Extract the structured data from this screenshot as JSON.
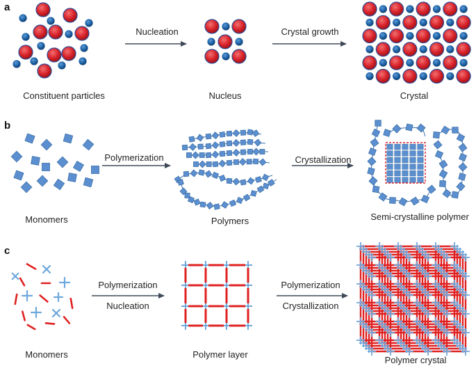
{
  "panels": [
    {
      "id": "a",
      "stages": [
        "Constituent particles",
        "Nucleus",
        "Crystal"
      ],
      "arrows": [
        [
          "Nucleation"
        ],
        [
          "Crystal growth"
        ]
      ]
    },
    {
      "id": "b",
      "stages": [
        "Monomers",
        "Polymers",
        "Semi-crystalline polymer"
      ],
      "arrows": [
        [
          "Polymerization"
        ],
        [
          "Crystallization"
        ]
      ]
    },
    {
      "id": "c",
      "stages": [
        "Monomers",
        "Polymer layer",
        "Polymer crystal"
      ],
      "arrows": [
        [
          "Polymerization",
          "Nucleation"
        ],
        [
          "Polymerization",
          "Crystallization"
        ]
      ]
    }
  ],
  "colors": {
    "large_particle": "#d8222a",
    "small_particle": "#1e63a6",
    "monomer_square": "#5b8fcf",
    "monomer_square_edge": "#3a6ea8",
    "linker_red": "#e02020",
    "node_blue": "#6fa8dc",
    "arrow": "#3f4a57",
    "crystalline_box": "#d8222a"
  }
}
